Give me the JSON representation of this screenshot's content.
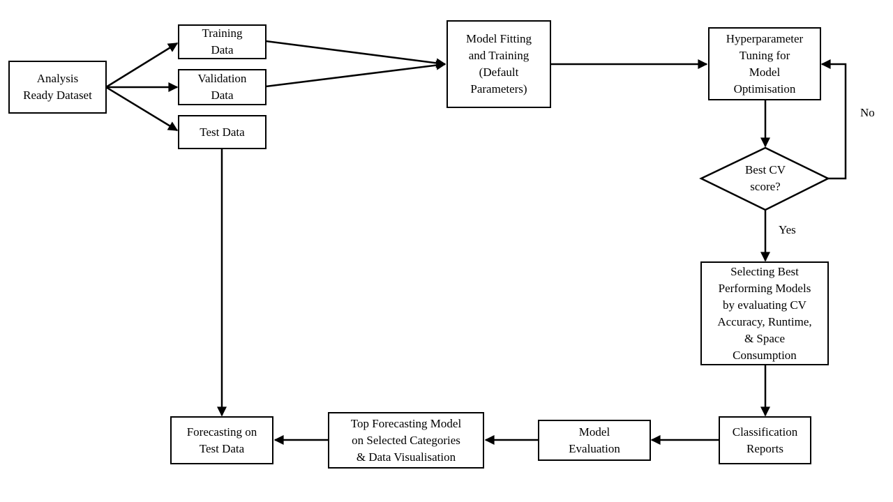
{
  "nodes": {
    "analysis_ready_dataset": "Analysis\nReady Dataset",
    "training_data": "Training\nData",
    "validation_data": "Validation\nData",
    "test_data": "Test Data",
    "model_fitting": "Model Fitting\nand Training\n(Default\nParameters)",
    "hyperparameter_tuning": "Hyperparameter\nTuning for\nModel\nOptimisation",
    "best_cv_score": "Best CV\nscore?",
    "selecting_best_models": "Selecting Best\nPerforming Models\nby evaluating CV\nAccuracy,  Runtime,\n& Space\nConsumption",
    "classification_reports": "Classification\nReports",
    "model_evaluation": "Model\nEvaluation",
    "top_forecasting_model": "Top Forecasting Model\non Selected Categories\n& Data Visualisation",
    "forecasting_on_test_data": "Forecasting on\nTest Data"
  },
  "edge_labels": {
    "no": "No",
    "yes": "Yes"
  },
  "colors": {
    "stroke": "#000000",
    "fill": "#ffffff",
    "text": "#000000"
  }
}
